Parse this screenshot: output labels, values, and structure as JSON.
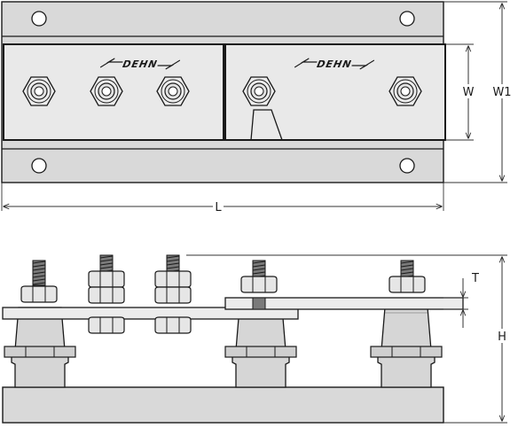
{
  "logo": {
    "brand": "DEHN"
  },
  "dimensions": {
    "length": "L",
    "width": "W",
    "width_overall": "W1",
    "thickness": "T",
    "height": "H"
  },
  "colors": {
    "line": "#1a1a1a",
    "dim_line": "#333333",
    "shade": "#d9d9d9",
    "shade_dark": "#c4c4c4",
    "background": "#ffffff"
  }
}
